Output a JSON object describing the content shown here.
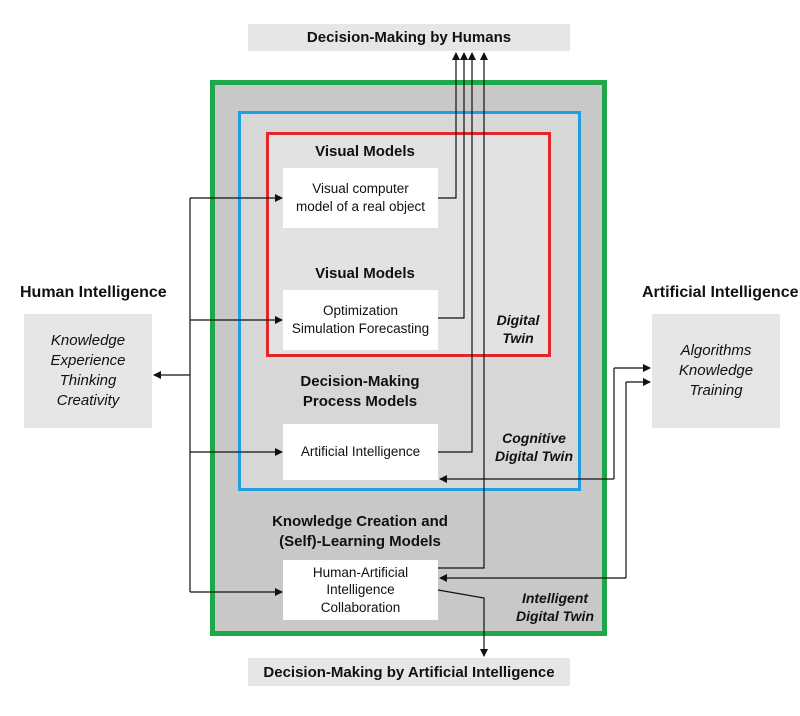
{
  "top_banner": "Decision-Making by Humans",
  "bottom_banner": "Decision-Making by Artificial Intelligence",
  "human": {
    "title": "Human Intelligence",
    "items": [
      "Knowledge",
      "Experience",
      "Thinking",
      "Creativity"
    ]
  },
  "ai": {
    "title": "Artificial Intelligence",
    "items": [
      "Algorithms",
      "Knowledge",
      "Training"
    ]
  },
  "visual_models_1": {
    "title": "Visual Models",
    "box_line1": "Visual computer",
    "box_line2": "model of a real object"
  },
  "visual_models_2": {
    "title": "Visual Models",
    "box_line1": "Optimization",
    "box_line2": "Simulation  Forecasting"
  },
  "digital_twin": {
    "line1": "Digital",
    "line2": "Twin"
  },
  "decision_process": {
    "title_line1": "Decision-Making",
    "title_line2": "Process Models",
    "box": "Artificial Intelligence"
  },
  "cognitive_twin": {
    "line1": "Cognitive",
    "line2": "Digital Twin"
  },
  "knowledge_creation": {
    "title_line1": "Knowledge Creation and",
    "title_line2": "(Self)-Learning Models",
    "box_line1": "Human-Artificial",
    "box_line2": "Intelligence",
    "box_line3": "Collaboration"
  },
  "intelligent_twin": {
    "line1": "Intelligent",
    "line2": "Digital Twin"
  },
  "colors": {
    "green_frame": "#1fa84a",
    "blue_frame": "#1f9ee0",
    "red_frame": "#e3262a",
    "outer_fill": "#c8c8c8",
    "middle_fill": "#d7d7d7",
    "inner_fill": "#e2e2e2",
    "banner_fill": "#e6e6e6"
  }
}
